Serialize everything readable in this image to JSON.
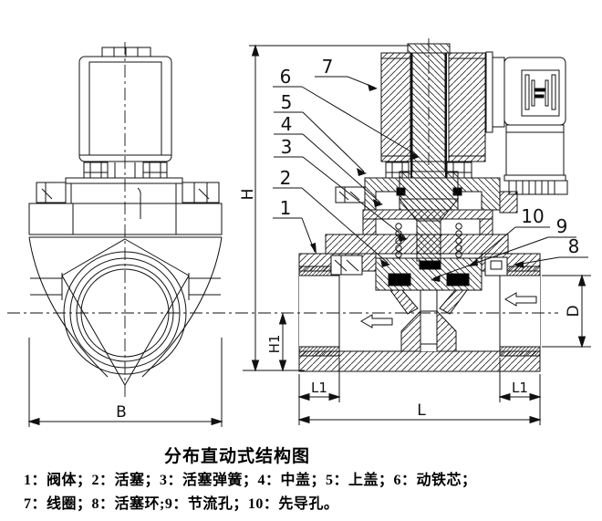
{
  "drawing": {
    "title": "分布直动式结构图",
    "legend_line1": "1：阀体；2：活塞；3：活塞弹簧；4：中盖；5：上盖；6：动铁芯；",
    "legend_line2": "7：线圈；8：活塞环;9：节流孔；10：先导孔。",
    "dims": {
      "h": "H",
      "h1": "H1",
      "b": "B",
      "l": "L",
      "l1_left": "L1",
      "l1_right": "L1",
      "d": "D"
    },
    "parts": [
      {
        "num": "1",
        "label": "阀体"
      },
      {
        "num": "2",
        "label": "活塞"
      },
      {
        "num": "3",
        "label": "活塞弹簧"
      },
      {
        "num": "4",
        "label": "中盖"
      },
      {
        "num": "5",
        "label": "上盖"
      },
      {
        "num": "6",
        "label": "动铁芯"
      },
      {
        "num": "7",
        "label": "线圈"
      },
      {
        "num": "8",
        "label": "活塞环"
      },
      {
        "num": "9",
        "label": "节流孔"
      },
      {
        "num": "10",
        "label": "先导孔"
      }
    ]
  },
  "colors": {
    "line": "#111111",
    "background": "#ffffff",
    "seal_fill": "#000000"
  }
}
